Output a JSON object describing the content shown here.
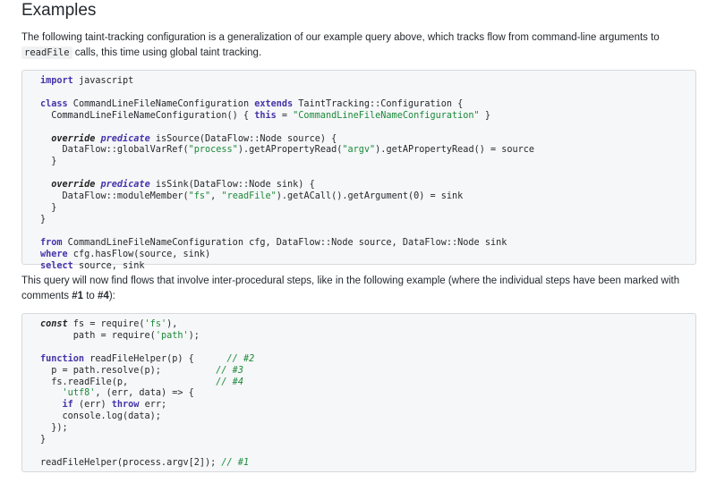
{
  "heading": "Examples",
  "intro": {
    "before": "The following taint-tracking configuration is a generalization of our example query above, which tracks flow from command-line arguments to ",
    "code": "readFile",
    "after": " calls, this time using global taint tracking."
  },
  "ql_code": {
    "l1": "import",
    "l1b": " javascript",
    "l2a": "class",
    "l2b": " CommandLineFileNameConfiguration ",
    "l2c": "extends",
    "l2d": " TaintTracking::Configuration {",
    "l3a": "  CommandLineFileNameConfiguration() { ",
    "l3b": "this",
    "l3c": " = ",
    "l3d": "\"CommandLineFileNameConfiguration\"",
    "l3e": " }",
    "l4a": "override",
    "l4b": "predicate",
    "l4c": " isSource(DataFlow::Node source) {",
    "l5a": "    DataFlow::globalVarRef(",
    "l5b": "\"process\"",
    "l5c": ").getAPropertyRead(",
    "l5d": "\"argv\"",
    "l5e": ").getAPropertyRead() = source",
    "l6": "  }",
    "l7a": "override",
    "l7b": "predicate",
    "l7c": " isSink(DataFlow::Node sink) {",
    "l8a": "    DataFlow::moduleMember(",
    "l8b": "\"fs\"",
    "l8c": ", ",
    "l8d": "\"readFile\"",
    "l8e": ").getACall().getArgument(0) = sink",
    "l9": "  }",
    "l10": "}",
    "l11a": "from",
    "l11b": " CommandLineFileNameConfiguration cfg, DataFlow::Node source, DataFlow::Node sink",
    "l12a": "where",
    "l12b": " cfg.hasFlow(source, sink)",
    "l13a": "select",
    "l13b": " source, sink"
  },
  "middle": {
    "before": "This query will now find flows that involve inter-procedural steps, like in the following example (where the individual steps have been marked with comments ",
    "c1": "#1",
    "mid": " to ",
    "c2": "#4",
    "after": "):"
  },
  "js_code": {
    "j1a": "const",
    "j1b": " fs = require(",
    "j1c": "'fs'",
    "j1d": "),",
    "j2a": "      path = require(",
    "j2b": "'path'",
    "j2c": ");",
    "j3a": "function",
    "j3b": " readFileHelper(p) {      ",
    "j3c": "// #2",
    "j4a": "  p = path.resolve(p);          ",
    "j4b": "// #3",
    "j5a": "  fs.readFile(p,                ",
    "j5b": "// #4",
    "j6a": "    ",
    "j6b": "'utf8'",
    "j6c": ", (err, data) => {",
    "j7a": "    ",
    "j7b": "if",
    "j7c": " (err) ",
    "j7d": "throw",
    "j7e": " err;",
    "j8": "    console.log(data);",
    "j9": "  });",
    "j10": "}",
    "j11a": "readFileHelper(process.argv[2]); ",
    "j11b": "// #1"
  }
}
